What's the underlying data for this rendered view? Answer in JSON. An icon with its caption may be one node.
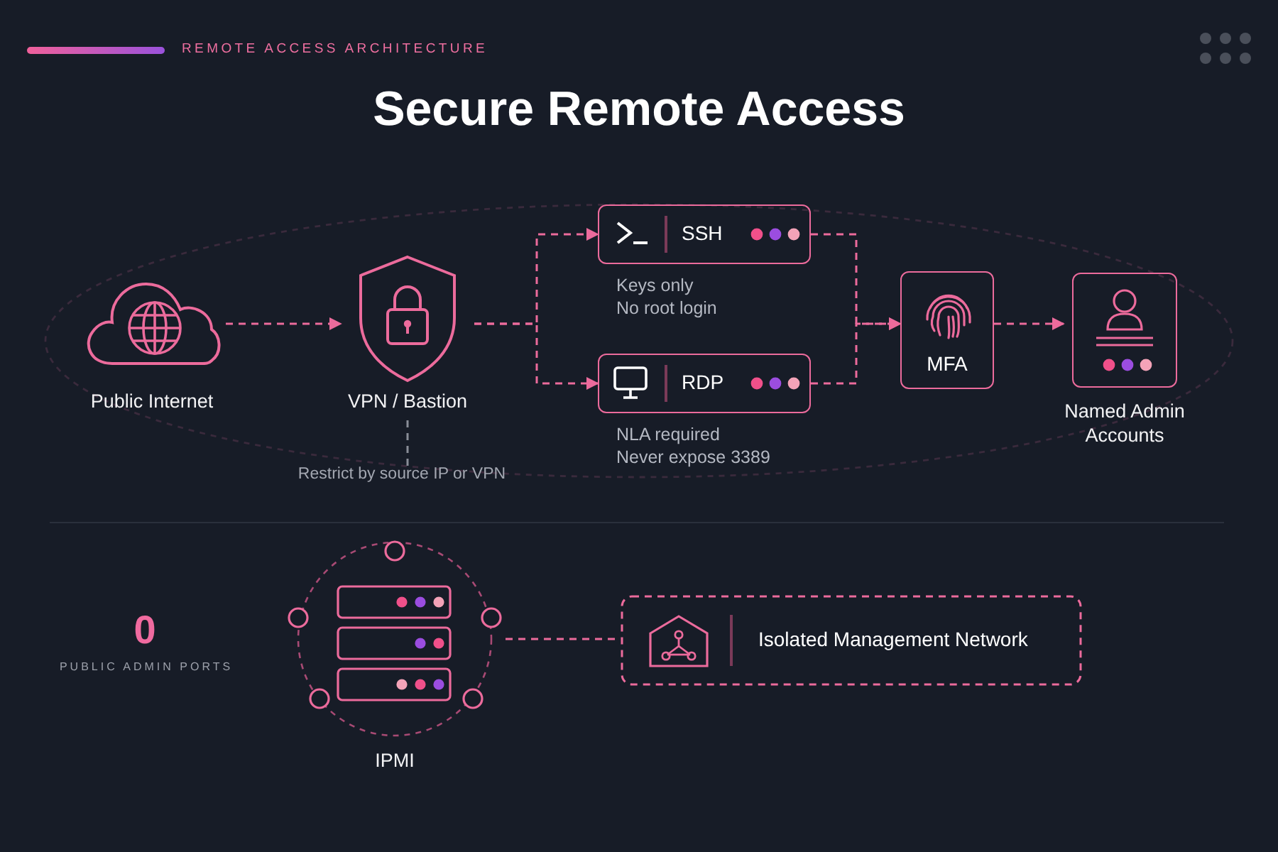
{
  "diagram": {
    "title": "Secure Remote Access",
    "nodes": [
      {
        "text": [
          "Public Internet"
        ]
      },
      {
        "text": [
          "VPN / Bastion"
        ]
      },
      {
        "text": [
          "SSH"
        ],
        "beside": [
          "Keys only",
          "No root login"
        ]
      },
      {
        "text": [
          "RDP"
        ],
        "beside": [
          "NLA required",
          "Never expose 3389"
        ]
      },
      {
        "text": [
          "MFA"
        ]
      },
      {
        "text": [
          "Named Admin Accounts"
        ]
      },
      {
        "text": [
          "IPMI"
        ]
      },
      {
        "text": [
          "Isolated Management Network"
        ]
      },
      {
        "text": [
          "Restrict by source IP or VPN"
        ]
      }
    ],
    "edges": [
      {
        "from": 0,
        "to": 1,
        "arrow": "to",
        "style": "dashed"
      },
      {
        "from": 1,
        "to": 2,
        "arrow": "to",
        "style": "dashed"
      },
      {
        "from": 1,
        "to": 3,
        "arrow": "to",
        "style": "dashed"
      },
      {
        "from": 2,
        "to": 4,
        "arrow": "to",
        "style": "dashed"
      },
      {
        "from": 3,
        "to": 4,
        "arrow": "to",
        "style": "dashed"
      },
      {
        "from": 4,
        "to": 5,
        "arrow": "to",
        "style": "dashed"
      },
      {
        "from": 6,
        "to": 7,
        "arrow": "none",
        "style": "dashed"
      },
      {
        "from": 8,
        "to": 1,
        "arrow": "none",
        "style": "dashed",
        "color": "#8a8e98"
      }
    ],
    "labels": [
      "REMOTE ACCESS ARCHITECTURE",
      "0",
      "PUBLIC ADMIN PORTS"
    ]
  }
}
